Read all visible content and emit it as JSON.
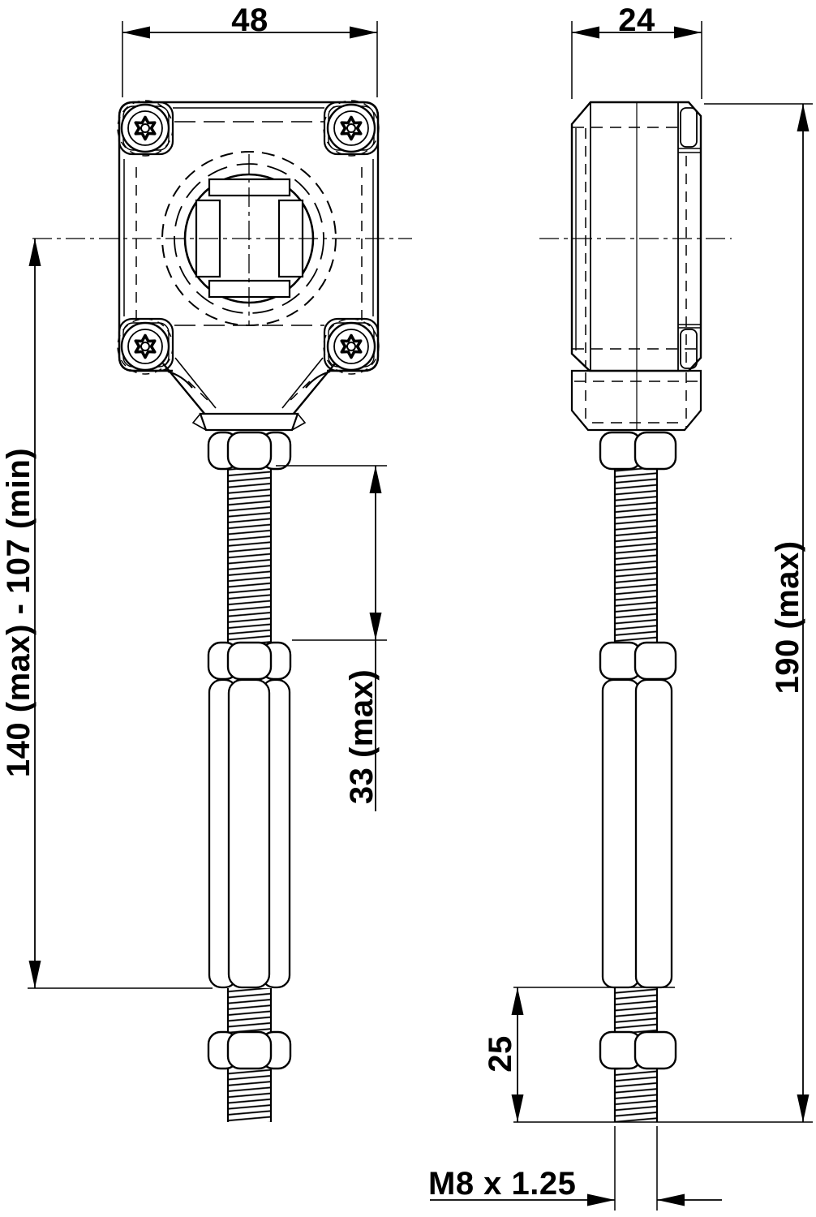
{
  "drawing": {
    "title": "mount-with-threaded-stud-dimension-drawing",
    "colors": {
      "background": "#ffffff",
      "line": "#000000",
      "text": "#000000"
    },
    "dimensions": {
      "front_width": "48",
      "side_depth": "24",
      "adjustable_height": "140 (max) - 107 (min)",
      "exposed_thread": "33 (max)",
      "overall_length": "190 (max)",
      "lower_thread_length": "25",
      "thread_spec": "M8 x 1.25"
    }
  }
}
